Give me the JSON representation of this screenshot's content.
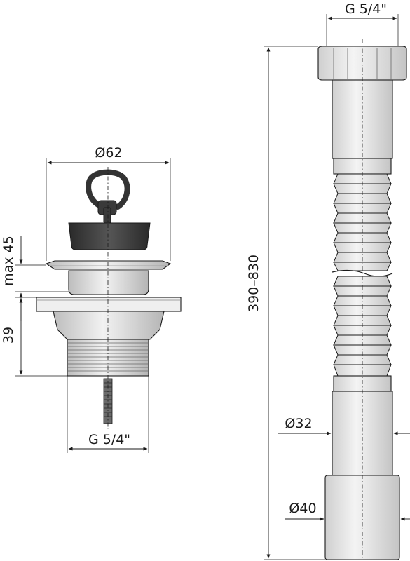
{
  "stopper_assembly": {
    "diameter_label": "Ø62",
    "max_height_label": "max 45",
    "body_height_label": "39",
    "thread_label": "G 5/4\""
  },
  "flexible_pipe": {
    "top_thread_label": "G 5/4\"",
    "length_label": "390–830",
    "pipe_diameter_label": "Ø32",
    "outlet_diameter_label": "Ø40"
  },
  "colors": {
    "line": "#1a1a1a",
    "rubber_plug": "#3a3a3a",
    "metal_light": "#e6e6e6",
    "metal_mid": "#c9c9c9",
    "pipe_fill": "#e8e8e8"
  }
}
